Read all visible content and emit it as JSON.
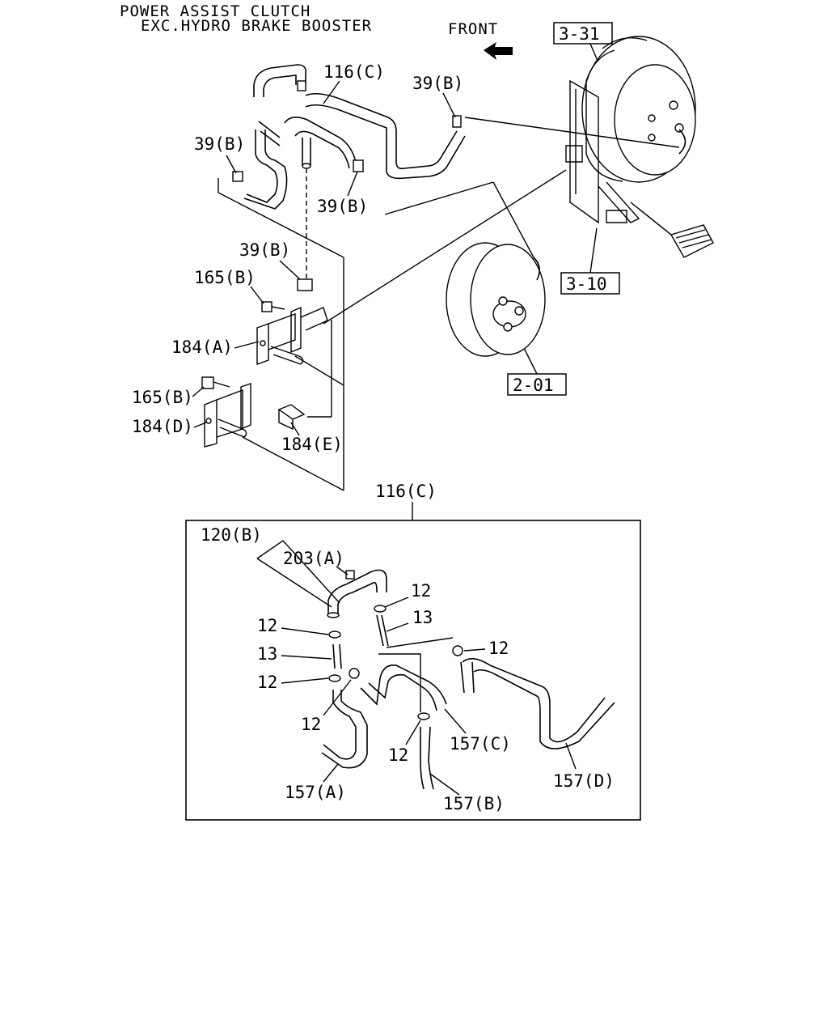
{
  "header": {
    "line1": "POWER ASSIST CLUTCH",
    "line2": "EXC.HYDRO BRAKE BOOSTER"
  },
  "front_label": "FRONT",
  "refs": {
    "r331": "3-31",
    "r310": "3-10",
    "r201": "2-01"
  },
  "callouts": {
    "c116c_top": "116(C)",
    "c39b_1": "39(B)",
    "c39b_2": "39(B)",
    "c39b_3": "39(B)",
    "c39b_4": "39(B)",
    "c165b_1": "165(B)",
    "c165b_2": "165(B)",
    "c184a": "184(A)",
    "c184d": "184(D)",
    "c184e": "184(E)",
    "c116c_detail": "116(C)"
  },
  "detail": {
    "c120b": "120(B)",
    "c203a": "203(A)",
    "c12_a": "12",
    "c13_a": "13",
    "c12_b": "12",
    "c13_b": "13",
    "c12_c": "12",
    "c12_d": "12",
    "c12_e": "12",
    "c12_f": "12",
    "c157a": "157(A)",
    "c157b": "157(B)",
    "c157c": "157(C)",
    "c157d": "157(D)"
  }
}
